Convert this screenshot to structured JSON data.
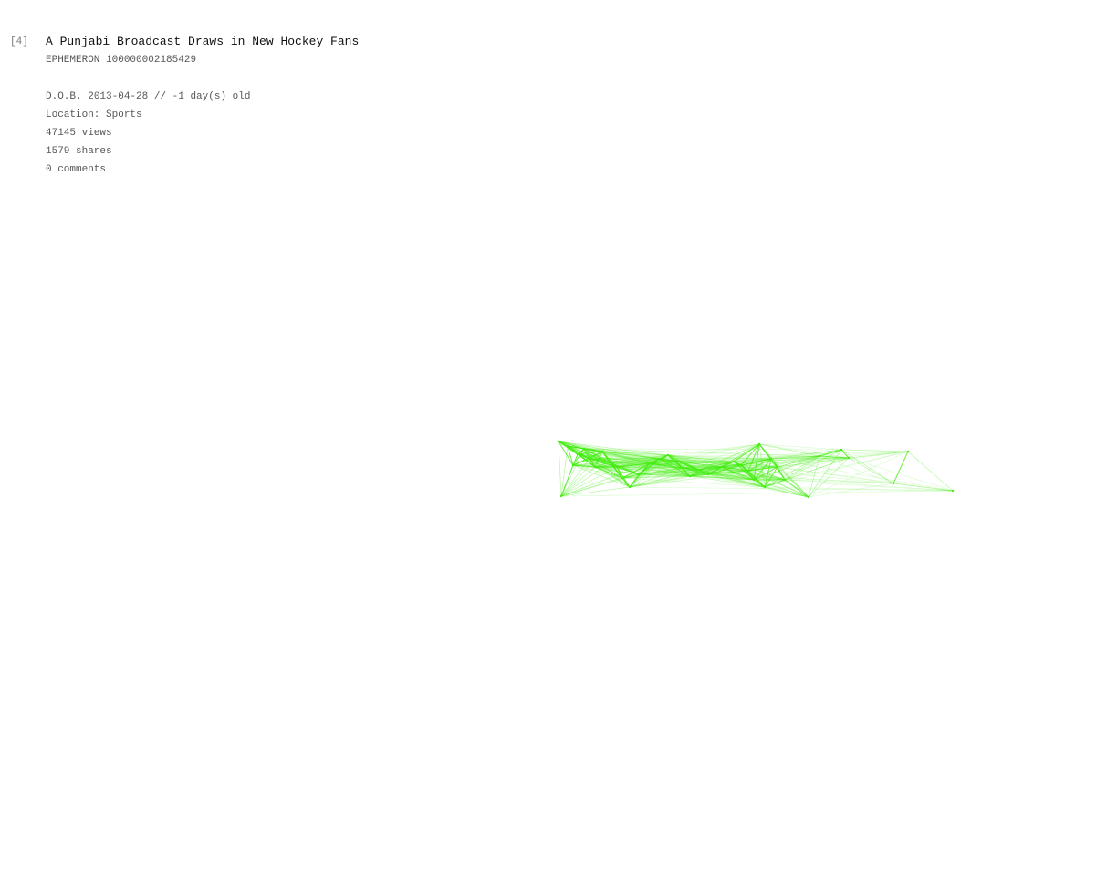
{
  "entry": {
    "index": "[4]",
    "title": "A Punjabi Broadcast Draws in New Hockey Fans",
    "ephemeron_label": "EPHEMERON",
    "ephemeron_id": "100000002185429",
    "dob_label": "D.O.B.",
    "dob_date": "2013-04-28",
    "dob_separator": "//",
    "dob_age": "-1 day(s) old",
    "location_label": "Location:",
    "location_value": "Sports",
    "views": "47145 views",
    "shares": "1579 shares",
    "comments": "0 comments"
  },
  "network": {
    "edge_color": "#44ee11"
  }
}
